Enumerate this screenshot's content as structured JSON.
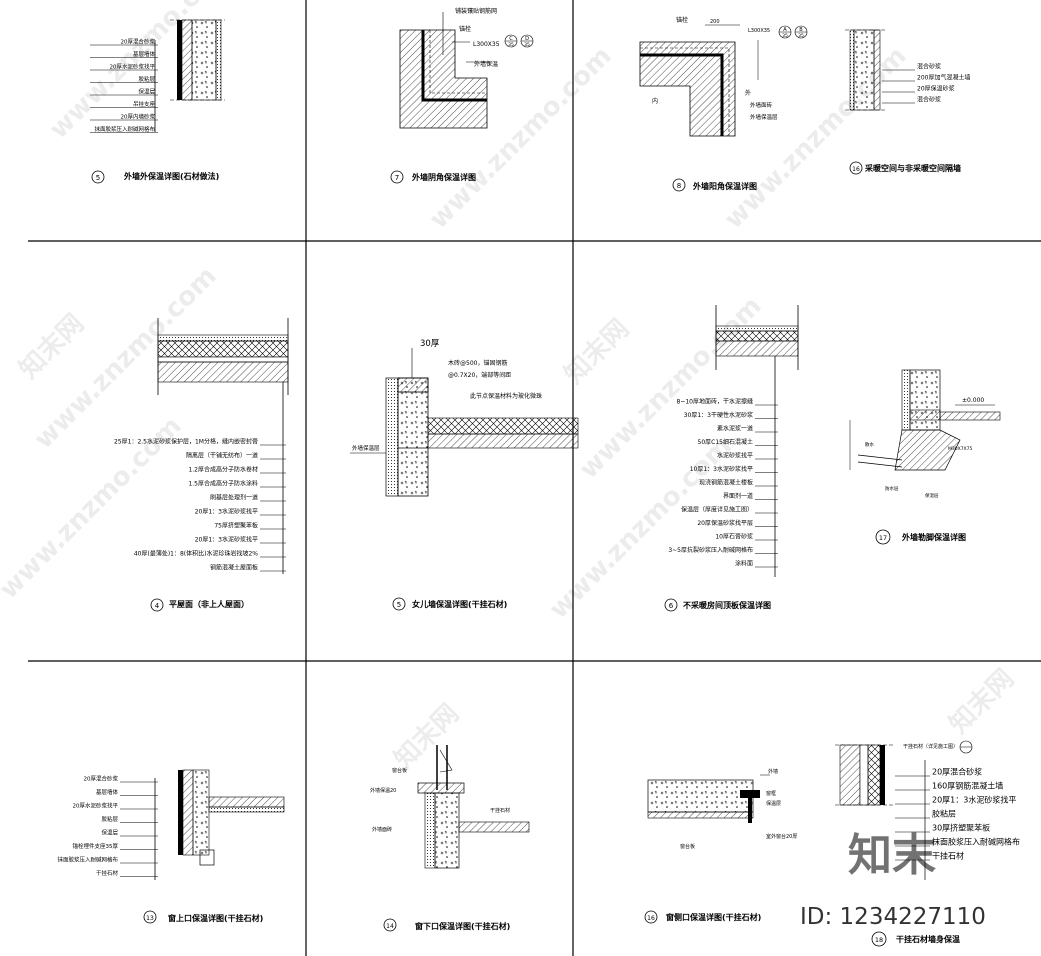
{
  "details": [
    {
      "num": "5",
      "title": "外墙外保温详图(石材做法)",
      "labels": [
        "20厚混合砂浆",
        "基层墙体",
        "20厚水泥砂浆找平",
        "胶粘层",
        "保温层",
        "吊挂支座",
        "20厚内墙砂浆",
        "抹面胶浆压入耐碱网格布"
      ]
    },
    {
      "num": "7",
      "title": "外墙阴角保温详图",
      "labels": [
        "铺装镶贴钢筋网",
        "锚栓",
        "L300X35",
        "外墙保温",
        "外墙面砖"
      ],
      "callout": {
        "top": "C",
        "bottom": "35"
      },
      "callout2": {
        "top": "D",
        "bottom": "35"
      }
    },
    {
      "num": "8",
      "title": "外墙阳角保温详图",
      "labels": [
        "锚栓",
        "200",
        "L300X35",
        "内",
        "外",
        "外墙面砖",
        "外墙保温层"
      ],
      "callout": {
        "top": "A",
        "bottom": "35"
      },
      "callout2": {
        "top": "B",
        "bottom": "35"
      }
    },
    {
      "num": "16",
      "title": "采暖空间与非采暖空间隔墙",
      "labels": [
        "混合砂浆",
        "200厚加气混凝土墙",
        "20厚保温砂浆",
        "混合砂浆"
      ]
    },
    {
      "num": "4",
      "title": "平屋面（非上人屋面）",
      "labels": [
        "25厚1：2.5水泥砂浆保护层，1M分格，缝内嵌密封膏",
        "隔离层（干铺无纺布）一道",
        "1.2厚合成高分子防水卷材",
        "1.5厚合成高分子防水涂料",
        "刷基层处理剂一道",
        "20厚1：3水泥砂浆找平",
        "75厚挤塑聚苯板",
        "20厚1：3水泥砂浆找平",
        "40厚(最薄处)1：8(体积比)水泥珍珠岩找坡2%",
        "钢筋混凝土屋面板"
      ]
    },
    {
      "num": "5",
      "title": "女儿墙保温详图(干挂石材)",
      "labels": [
        "30厚",
        "木砖@500，锚固钢筋",
        "@0.7X20，端部等间距",
        "此节点保温材料为玻化微珠",
        "外墙保温层"
      ]
    },
    {
      "num": "6",
      "title": "不采暖房间顶板保温详图",
      "labels": [
        "8~10厚地面砖，干水泥擦缝",
        "30厚1：3干硬性水泥砂浆",
        "素水泥浆一道",
        "50厚C15细石混凝土",
        "水泥砂浆找平",
        "10厚1：3水泥砂浆找平",
        "现浇钢筋混凝土楼板",
        "界面剂一道",
        "保温层（厚度详见施工图）",
        "20厚保温砂浆找平层",
        "10厚石膏砂浆",
        "3~5厚抗裂砂浆压入耐碱网格布",
        "涂料面"
      ]
    },
    {
      "num": "17",
      "title": "外墙勒脚保温详图",
      "labels": [
        "±0.000",
        "散水",
        "防水层",
        "保温层",
        "M30X7X75"
      ]
    },
    {
      "num": "13",
      "title": "窗上口保温详图(干挂石材)",
      "labels": [
        "20厚混合砂浆",
        "基层墙体",
        "20厚水泥砂浆找平",
        "胶粘层",
        "保温层",
        "锚栓埋件支座35厚",
        "抹面胶浆压入耐碱网格布",
        "干挂石材"
      ]
    },
    {
      "num": "14",
      "title": "窗下口保温详图(干挂石材)",
      "labels": [
        "窗台板",
        "外墙保温20",
        "外墙面砖",
        "干挂石材"
      ]
    },
    {
      "num": "16",
      "title": "窗侧口保温详图(干挂石材)",
      "labels": [
        "外墙",
        "窗框",
        "保温层",
        "窗台板",
        "室外窗台20厚"
      ]
    },
    {
      "num": "18",
      "title": "干挂石材墙身保温",
      "labels": [
        "干挂石材（详见施工图）",
        "20厚混合砂浆",
        "160厚钢筋混凝土墙",
        "20厚1：3水泥砂浆找平",
        "胶粘层",
        "30厚挤塑聚苯板",
        "抹面胶浆压入耐碱网格布",
        "干挂石材"
      ]
    }
  ],
  "watermark": {
    "site": "www.znzmo.com",
    "logo": "知末网",
    "brand": "知末",
    "id_label": "ID: 1234227110"
  }
}
